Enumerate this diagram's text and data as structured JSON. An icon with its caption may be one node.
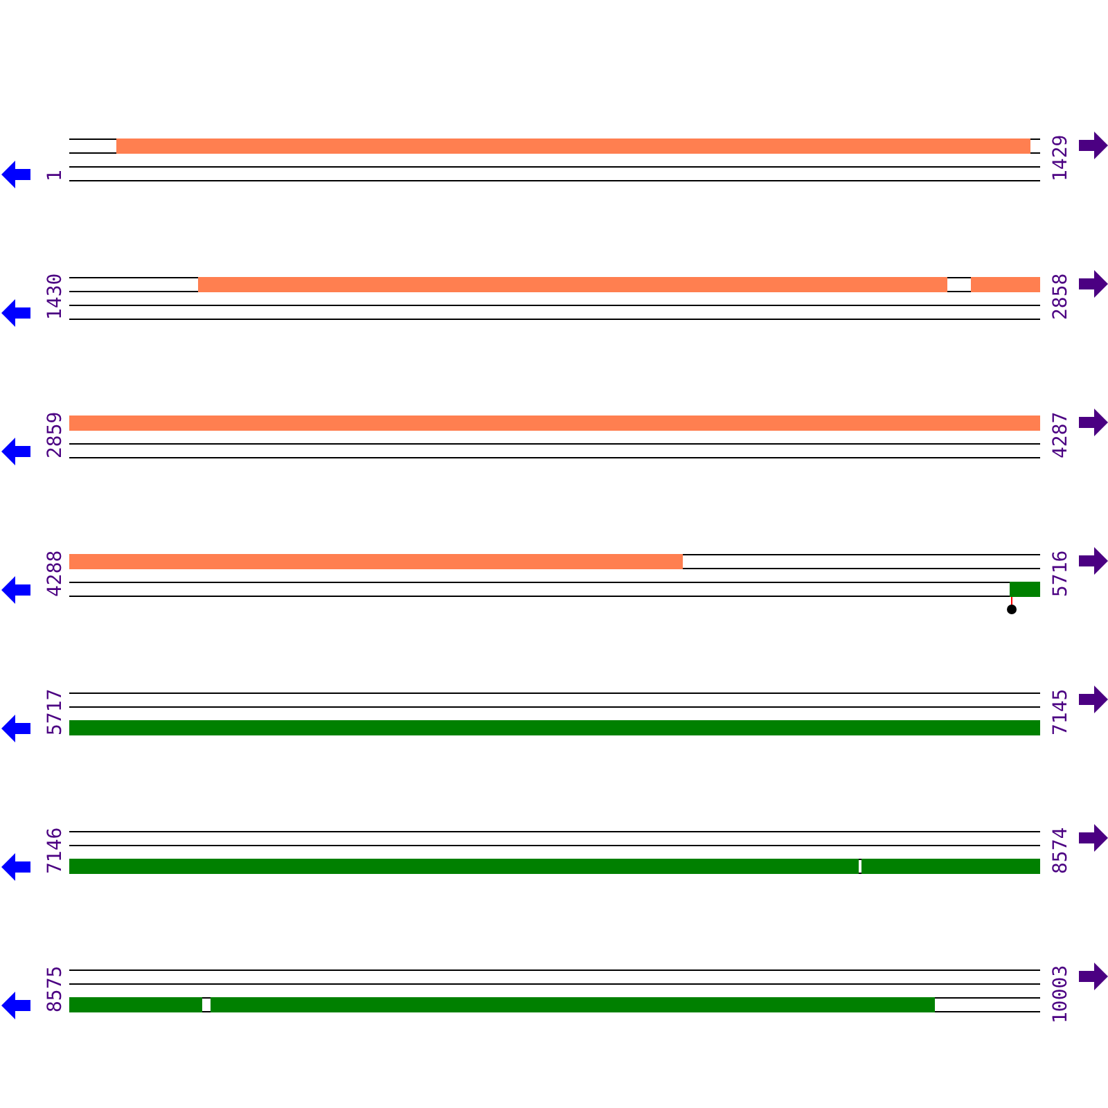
{
  "diagram": {
    "labels": [
      "1",
      "1429",
      "1430",
      "2858",
      "2859",
      "4287",
      "4288",
      "5716",
      "5717",
      "7145",
      "7146",
      "8574",
      "8575",
      "10003"
    ]
  }
}
